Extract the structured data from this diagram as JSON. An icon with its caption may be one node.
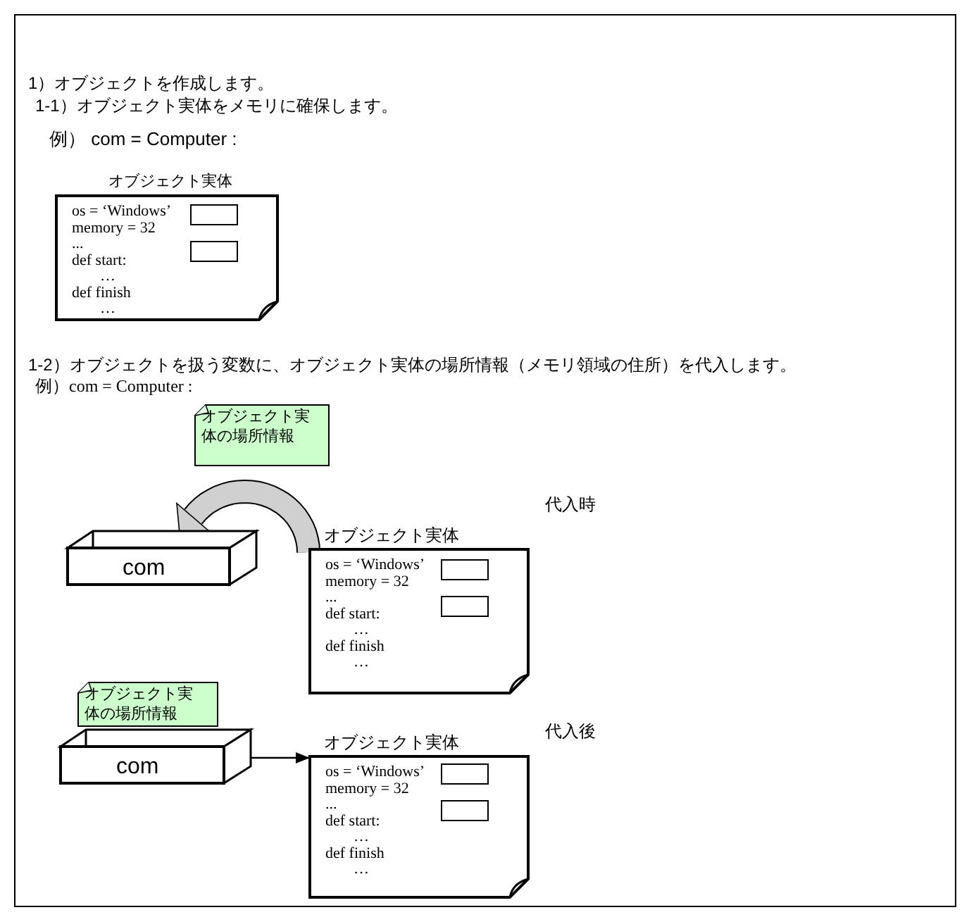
{
  "diagram": {
    "nodes": [
      {
        "text": [
          "オブジェクト実体",
          "os = ‘Windows’",
          "memory = 32",
          "...",
          "def start:",
          "…",
          "def finish",
          "…"
        ]
      },
      {
        "text": [],
        "shape": "box",
        "in": 0
      },
      {
        "text": [],
        "shape": "box",
        "in": 0
      },
      {
        "text": [
          "オブジェクト実体の場所情報"
        ]
      },
      {
        "text": [
          "com"
        ]
      },
      {
        "text": [
          "オブジェクト実体",
          "os = ‘Windows’",
          "memory = 32",
          "...",
          "def start:",
          "…",
          "def finish",
          "…"
        ]
      },
      {
        "text": [],
        "shape": "box",
        "in": 5
      },
      {
        "text": [],
        "shape": "box",
        "in": 5
      },
      {
        "text": [
          "オブジェクト実体の場所情報"
        ]
      },
      {
        "text": [
          "com"
        ]
      },
      {
        "text": [
          "オブジェクト実体",
          "os = ‘Windows’",
          "memory = 32",
          "...",
          "def start:",
          "…",
          "def finish",
          "…"
        ]
      },
      {
        "text": [],
        "shape": "box",
        "in": 10
      },
      {
        "text": [],
        "shape": "box",
        "in": 10
      }
    ],
    "edges": [
      {
        "from": 5,
        "to": 4,
        "arrow": "to",
        "style": "thick"
      },
      {
        "from": 9,
        "to": 10,
        "arrow": "to"
      }
    ],
    "labels": [
      "1）オブジェクトを作成します。",
      "1-1）オブジェクト実体をメモリに確保します。",
      "例） com = Computer :",
      "1-2）オブジェクトを扱う変数に、オブジェクト実体の場所情報（メモリ領域の住所）を代入します。",
      "例）com = Computer :",
      "代入時",
      "代入後"
    ]
  }
}
